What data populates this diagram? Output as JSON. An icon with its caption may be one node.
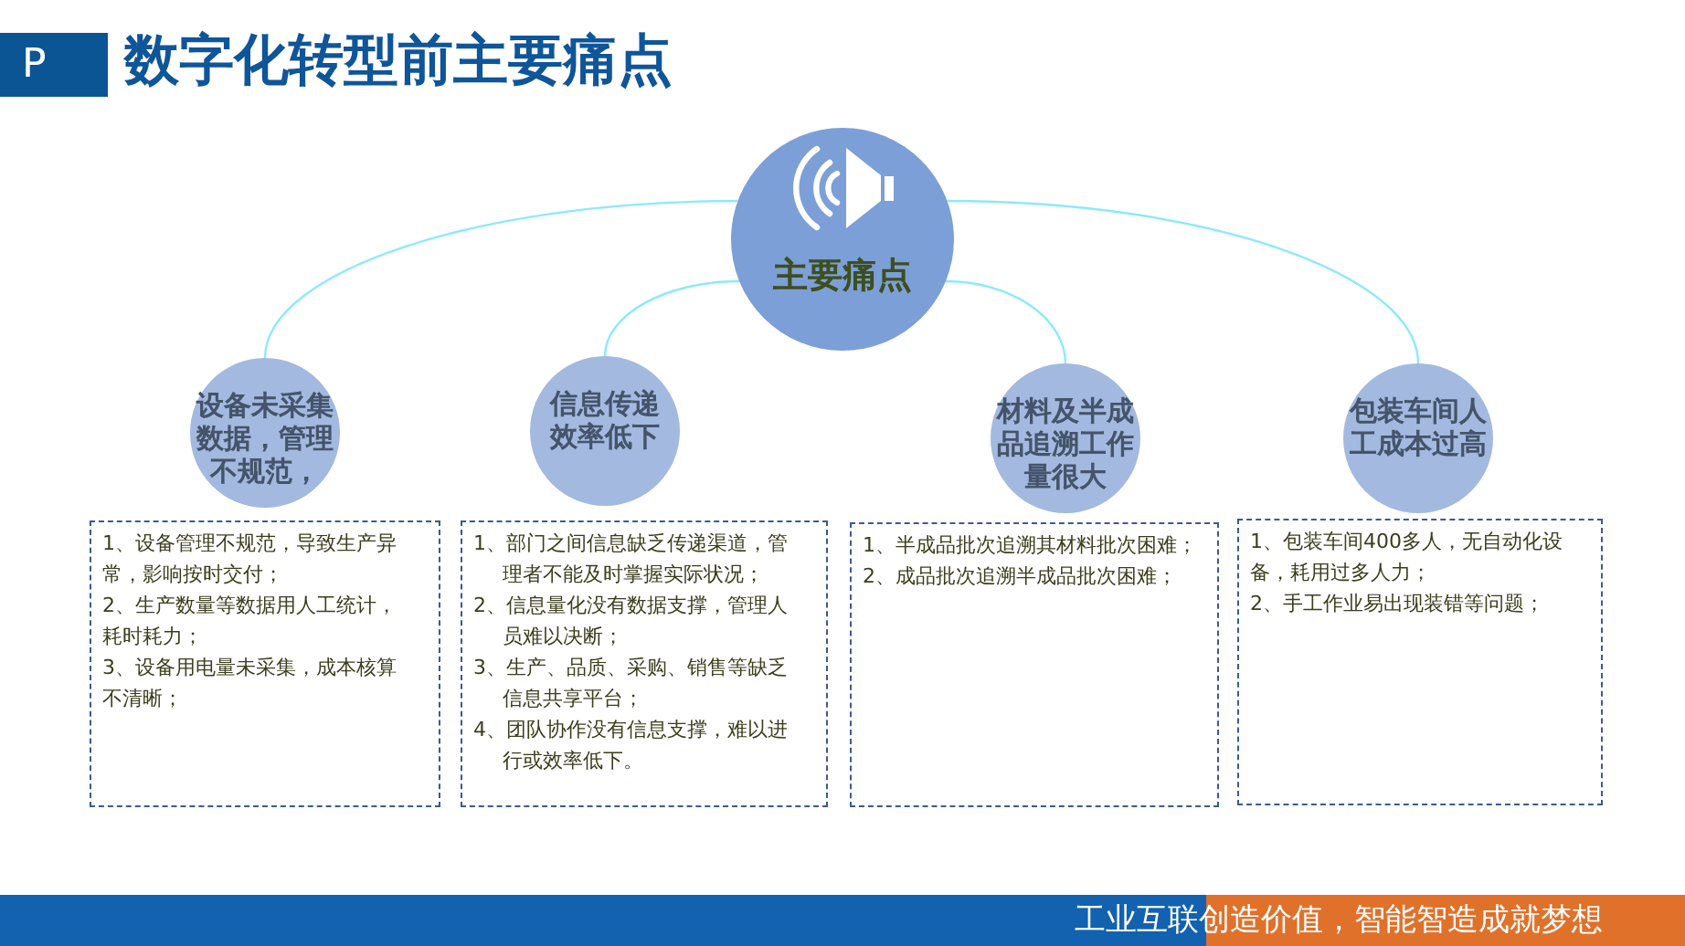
{
  "diagram": {
    "title": "数字化转型前主要痛点",
    "nodes": [
      {
        "text": [
          "主要痛点"
        ]
      },
      {
        "text": [
          "设备未采集数据，管理不规范，"
        ]
      },
      {
        "text": [
          "信息传递效率低下"
        ]
      },
      {
        "text": [
          "材料及半成品追溯工作量很大"
        ]
      },
      {
        "text": [
          "包装车间人工成本过高"
        ]
      },
      {
        "text": [
          "1、设备管理不规范，导致生产异常，影响按时交付；",
          "2、生产数量等数据用人工统计，耗时耗力；",
          "3、设备用电量未采集，成本核算不清晰；"
        ]
      },
      {
        "text": [
          "1、部门之间信息缺乏传递渠道，管理者不能及时掌握实际状况；",
          "2、信息量化没有数据支撑，管理人员难以决断；",
          "3、生产、品质、采购、销售等缺乏信息共享平台；",
          "4、团队协作没有信息支撑，难以进行或效率低下。"
        ]
      },
      {
        "text": [
          "1、半成品批次追溯其材料批次困难；",
          "2、成品批次追溯半成品批次困难；"
        ]
      },
      {
        "text": [
          "1、包装车间400多人，无自动化设备，耗用过多人力；",
          "2、手工作业易出现装错等问题；"
        ]
      }
    ],
    "edges": [
      {
        "from": 0,
        "to": 1,
        "arrow": "none"
      },
      {
        "from": 0,
        "to": 2,
        "arrow": "none"
      },
      {
        "from": 0,
        "to": 3,
        "arrow": "none"
      },
      {
        "from": 0,
        "to": 4,
        "arrow": "none"
      }
    ],
    "labels": [
      "P",
      "工业互联创造价值，智能智造成就梦想"
    ]
  }
}
